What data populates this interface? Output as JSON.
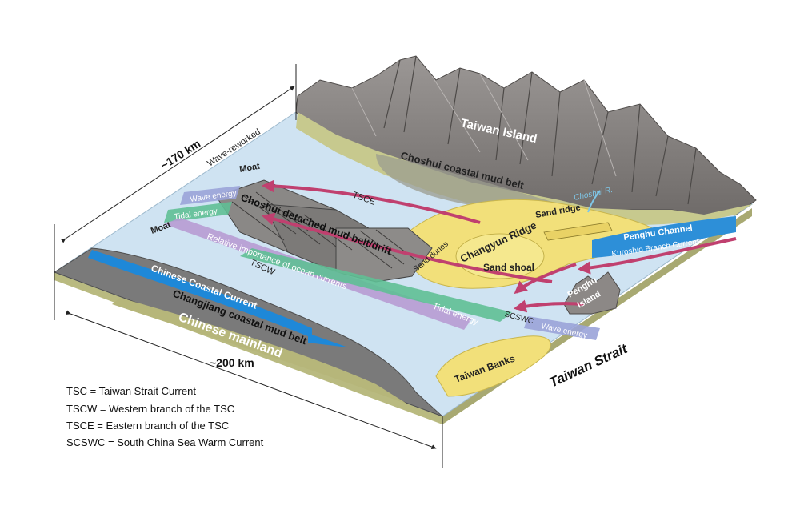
{
  "title": "",
  "distances": {
    "top_width": "~170 km",
    "bottom_width": "~200 km"
  },
  "land": {
    "taiwan_island": "Taiwan Island",
    "penghu_island_line1": "Penghu",
    "penghu_island_line2": "Island",
    "chinese_mainland": "Chinese mainland",
    "strait": "Taiwan Strait"
  },
  "mud_belts": {
    "choshui_coastal": "Choshui coastal mud belt",
    "choshui_detached": "Choshui detached mud belt/drift",
    "changjiang_coastal": "Changjiang coastal mud belt"
  },
  "sand_features": {
    "changyun_ridge": "Changyun Ridge",
    "sand_ridge": "Sand ridge",
    "sand_dunes": "Sand dunes",
    "sand_shoal": "Sand shoal",
    "taiwan_banks": "Taiwan Banks"
  },
  "other_labels": {
    "wave_reworked": "Wave-reworked",
    "moat_top": "Moat",
    "moat_left": "Moat",
    "choshui_river": "Choshui R.",
    "penghu_channel": "Penghu Channel"
  },
  "currents": {
    "tsc_e": "TSCE",
    "tsc_w": "TSCW",
    "scswc": "SCSWC",
    "chinese_coastal": "Chinese Coastal Current",
    "kuroshio_branch": "Kuroshio Branch Current"
  },
  "bands": {
    "wave_energy_left": "Wave energy",
    "tidal_energy_left": "Tidal energy",
    "relative_importance": "Relative importance of ocean currents",
    "tidal_energy_right": "Tidal energy",
    "wave_energy_right": "Wave energy"
  },
  "legend": [
    "TSC = Taiwan Strait Current",
    "TSCW = Western branch of the TSC",
    "TSCE = Eastern branch of the TSC",
    "SCSWC = South China Sea Warm Current"
  ],
  "colors": {
    "sea": "#cfe3f2",
    "mud": "#7a7a7a",
    "sand": "#f2e07a",
    "mountain": "#8c8886",
    "olive_base": "#c4c48a",
    "current_arrow": "#c0406f",
    "coastal_current": "#1e88d8",
    "wave_band": "#9aa3d8",
    "tidal_band": "#5fbf95",
    "relative_band": "#b79bd3"
  }
}
